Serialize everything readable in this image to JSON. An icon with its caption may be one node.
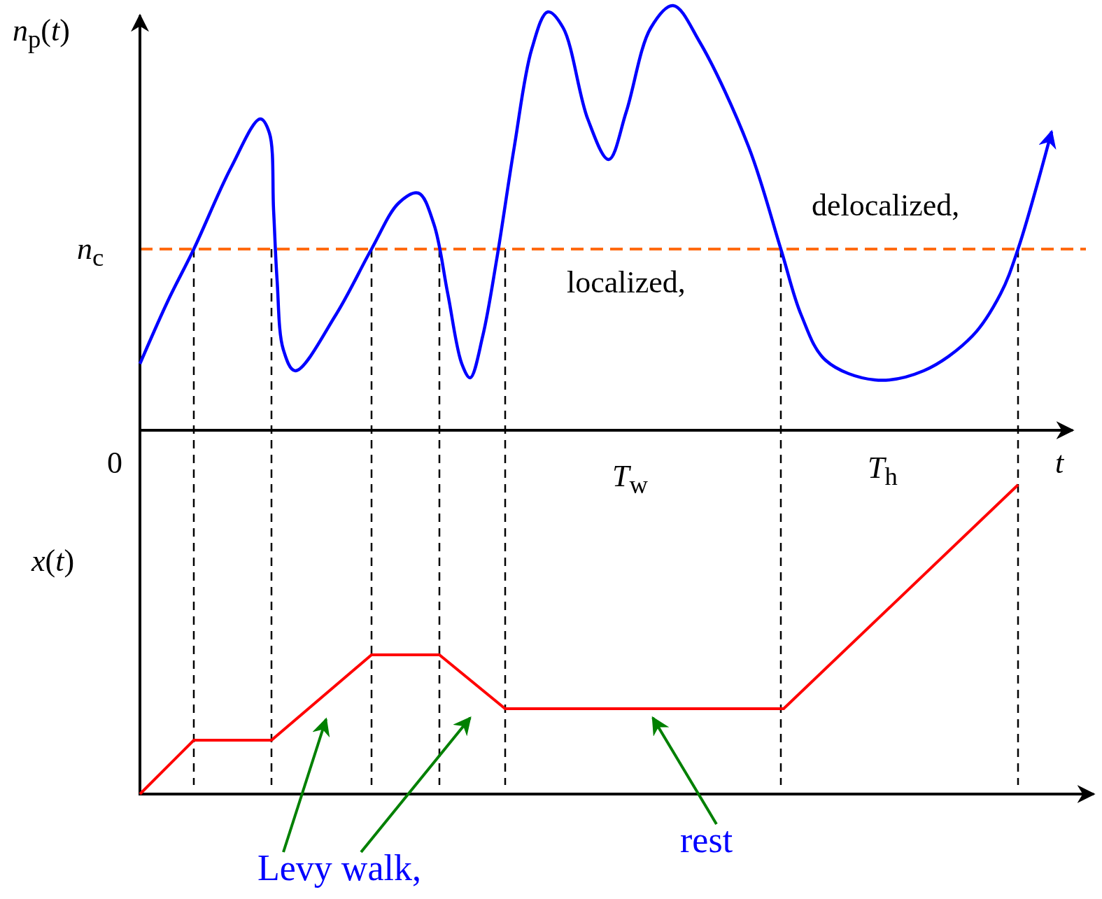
{
  "diagram": {
    "nodes": [
      {
        "text": [
          "Levy walk,"
        ]
      },
      {
        "text": [
          "rest"
        ]
      }
    ],
    "edges": [
      {
        "from": 0,
        "to": null,
        "arrow": "to"
      },
      {
        "from": 0,
        "to": null,
        "arrow": "to"
      },
      {
        "from": 1,
        "to": null,
        "arrow": "to"
      }
    ],
    "labels": [
      "*n*$_{p}$(*t*)",
      "*n*$_{c}$",
      "delocalized,",
      "localized,",
      "0",
      "*T*$_{w}$",
      "*T*$_{h}$",
      "*t*",
      "*x*(*t*)"
    ]
  }
}
